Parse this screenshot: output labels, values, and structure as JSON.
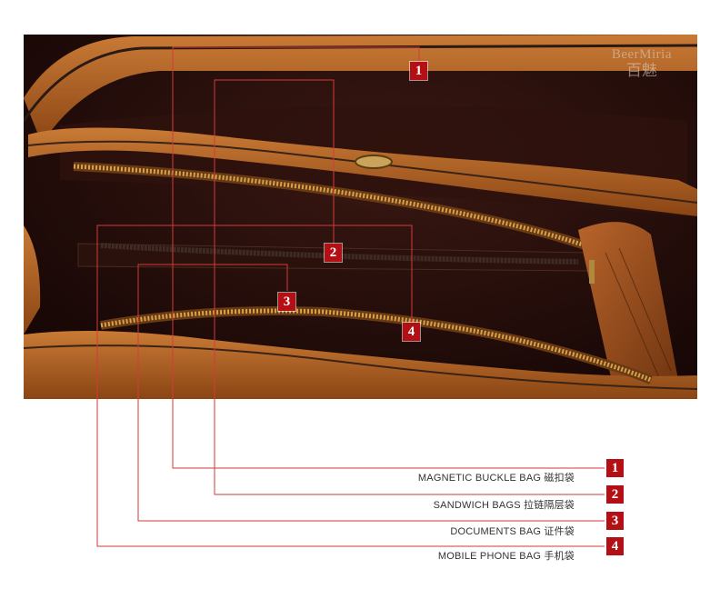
{
  "brand": {
    "english": "BeerMiria",
    "chinese": "百魅"
  },
  "callouts": [
    {
      "number": "1",
      "label": "MAGNETIC BUCKLE BAG 磁扣袋"
    },
    {
      "number": "2",
      "label": "SANDWICH BAGS 拉链隔层袋"
    },
    {
      "number": "3",
      "label": "DOCUMENTS BAG 证件袋"
    },
    {
      "number": "4",
      "label": "MOBILE PHONE BAG 手机袋"
    }
  ],
  "colors": {
    "accent_red": "#b30f14",
    "leather_tan": "#a85a1c",
    "lining_dark": "#2a100c",
    "zipper_gold": "#d6a24a"
  }
}
